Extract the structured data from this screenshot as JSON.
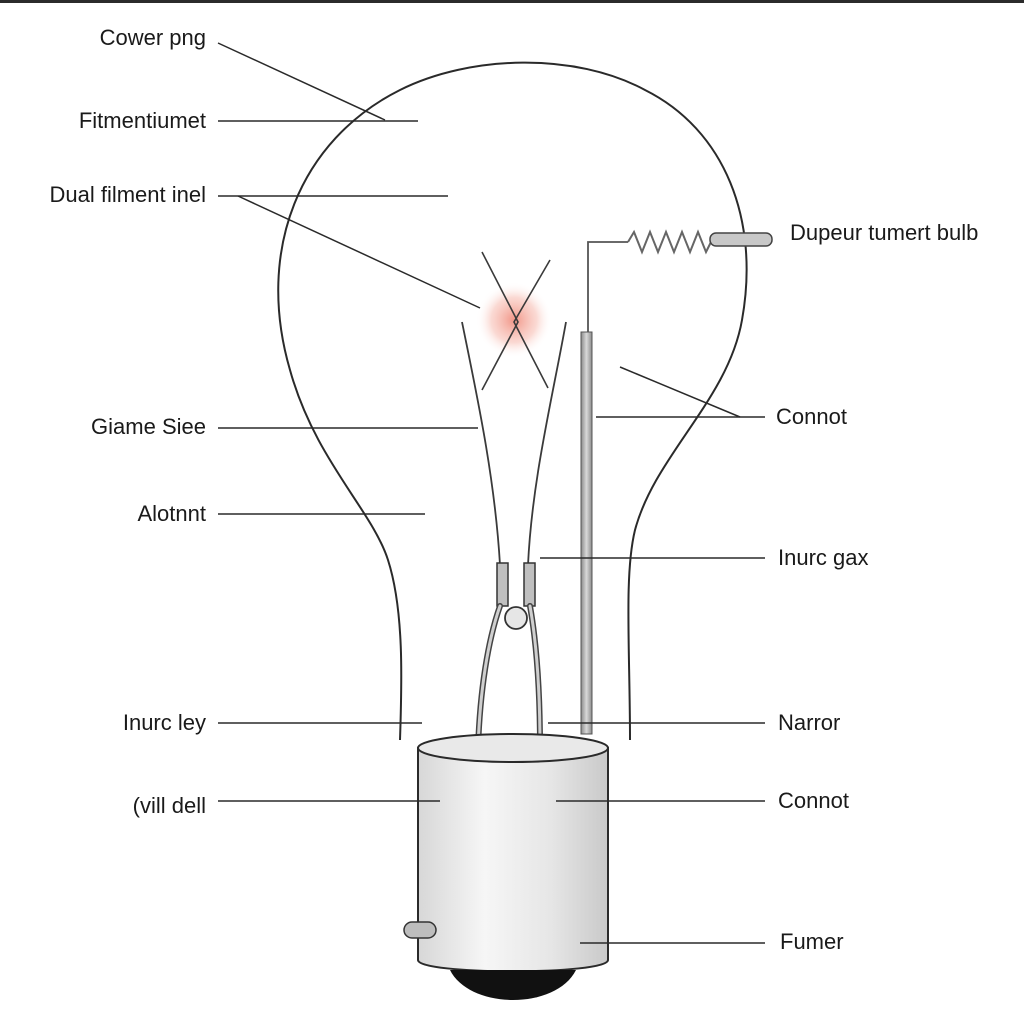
{
  "labels": {
    "left": [
      {
        "id": "cower-png",
        "text": "Cower png"
      },
      {
        "id": "fitmentiumet",
        "text": "Fitmentiumet"
      },
      {
        "id": "dual-filament",
        "text": "Dual filment inel"
      },
      {
        "id": "giame-siee",
        "text": "Giame Siee"
      },
      {
        "id": "alotnnt",
        "text": "Alotnnt"
      },
      {
        "id": "inurc-ley",
        "text": "Inurc ley"
      },
      {
        "id": "cvill-dell",
        "text": "(vill dell"
      }
    ],
    "right": [
      {
        "id": "dupeur-tumert-bulb",
        "text": "Dupeur tumert bulb"
      },
      {
        "id": "connot-1",
        "text": "Connot"
      },
      {
        "id": "inurc-gax",
        "text": "Inurc gax"
      },
      {
        "id": "narror",
        "text": "Narror"
      },
      {
        "id": "connot-2",
        "text": "Connot"
      },
      {
        "id": "fumer",
        "text": "Fumer"
      }
    ]
  },
  "colors": {
    "line": "#2a2a2a",
    "glow": "#f3a79b",
    "metal": "#b9b9b9",
    "base_tip": "#111111"
  }
}
